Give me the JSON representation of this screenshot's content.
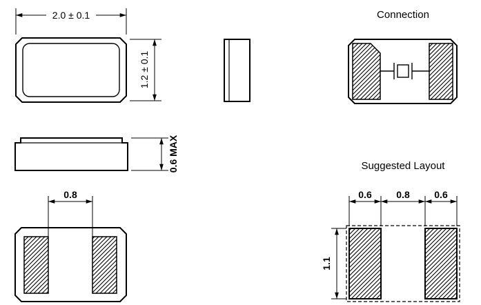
{
  "drawing": {
    "top_view": {
      "width_dim": "2.0 ± 0.1",
      "height_dim": "1.2 ± 0.1"
    },
    "side_view": {
      "height_dim": "0.6 MAX"
    },
    "bottom_view": {
      "pad_gap_dim": "0.8"
    },
    "connection_view": {
      "title": "Connection"
    },
    "suggested_layout": {
      "title": "Suggested Layout",
      "left_pad_width_dim": "0.6",
      "pad_gap_dim": "0.8",
      "right_pad_width_dim": "0.6",
      "pad_height_dim": "1.1"
    },
    "colors": {
      "line": "#000000",
      "background": "#ffffff"
    }
  }
}
